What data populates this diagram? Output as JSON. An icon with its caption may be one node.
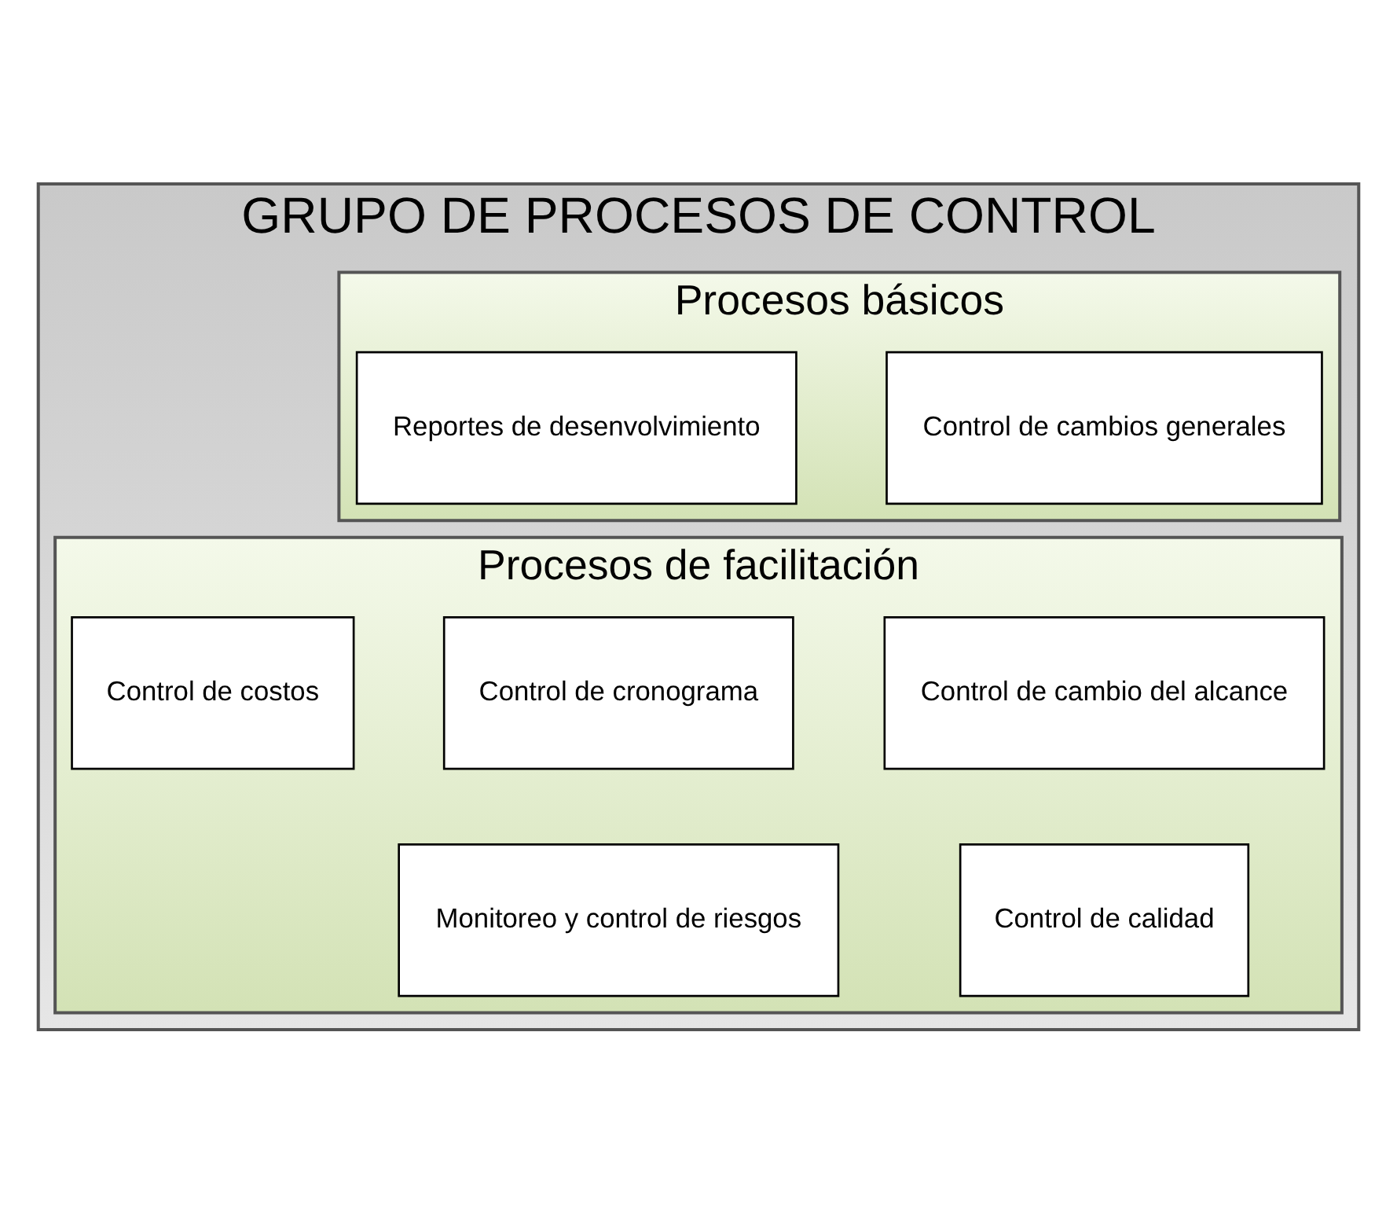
{
  "diagram": {
    "nodes": [
      {
        "text": [
          "GRUPO DE PROCESOS DE CONTROL"
        ]
      },
      {
        "text": [
          "Procesos básicos"
        ],
        "in": 0
      },
      {
        "text": [
          "Control de cambios generales"
        ],
        "in": 1
      },
      {
        "text": [
          "Reportes de desenvolvimiento"
        ],
        "in": 1
      },
      {
        "text": [
          "Procesos de facilitación"
        ],
        "in": 0
      },
      {
        "text": [
          "Control de cambio del alcance"
        ],
        "in": 4
      },
      {
        "text": [
          "Control de cronograma"
        ],
        "in": 4
      },
      {
        "text": [
          "Control de costos"
        ],
        "in": 4
      },
      {
        "text": [
          "Control de calidad"
        ],
        "in": 4
      },
      {
        "text": [
          "Monitoreo y control de riesgos"
        ],
        "in": 4
      }
    ],
    "edges": []
  }
}
